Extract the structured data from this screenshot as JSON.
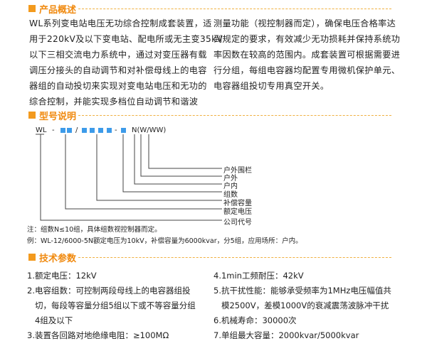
{
  "sections": {
    "overview": {
      "title": "产品概述",
      "left_lines": [
        "WL系列变电站电压无功综合控制成套装置，适",
        "用于220kV及以下变电站、配电所或无主变35kV",
        "以下三相交流电力系统中，通过对变压器有载",
        "调压分接头的自动调节和对补偿母线上的电容",
        "器组的自动投切来实现对变电站电压和无功的",
        "综合控制，并能实现多档位自动调节和谐波"
      ],
      "right_lines": [
        "测量功能（视控制器而定），确保电压合格率达",
        "到规定的要求，有效减少无功损耗并保持系统功",
        "率因数在较高的范围内。成套装置可根据需要进",
        "行分组，每组电容器均配置专用微机保护单元、",
        "电容器组投切专用真空开关。"
      ]
    },
    "model": {
      "title": "型号说明",
      "code_prefix": "WL",
      "dash1": "-",
      "slash": "/",
      "dash2": "-",
      "code_suffix": "N(W/WW)",
      "labels": [
        "户外围栏",
        "户外",
        "户内",
        "组数",
        "补偿容量",
        "额定电压",
        "公司代号"
      ],
      "note": "注：组数N≤10组，具体组数视控制器而定。",
      "example": "例：WL-12/6000-5N额定电压为10kV，补偿容量为6000kvar，分5组，应用场所：户内。"
    },
    "params": {
      "title": "技术参数",
      "left": [
        "1.额定电压：12kV",
        "2.电容组数：可控制两段母线上的电容器组投",
        "   切，每段等容量分组5组以下或不等容量分组",
        "   4组及以下",
        "3.装置各回路对地绝缘电阻：≥100MΩ"
      ],
      "right": [
        "4.1min工频耐压：42kV",
        "5.抗干扰性能：能够承受频率为1MHz电压幅值共",
        "   模2500V，差模1000V的衰减震荡波脉冲干扰",
        "6.机械寿命：30000次",
        "7.单组最大容量：2000kvar/5000kvar"
      ]
    }
  },
  "colors": {
    "accent": "#f39a1e",
    "code_block": "#3d9be9"
  }
}
